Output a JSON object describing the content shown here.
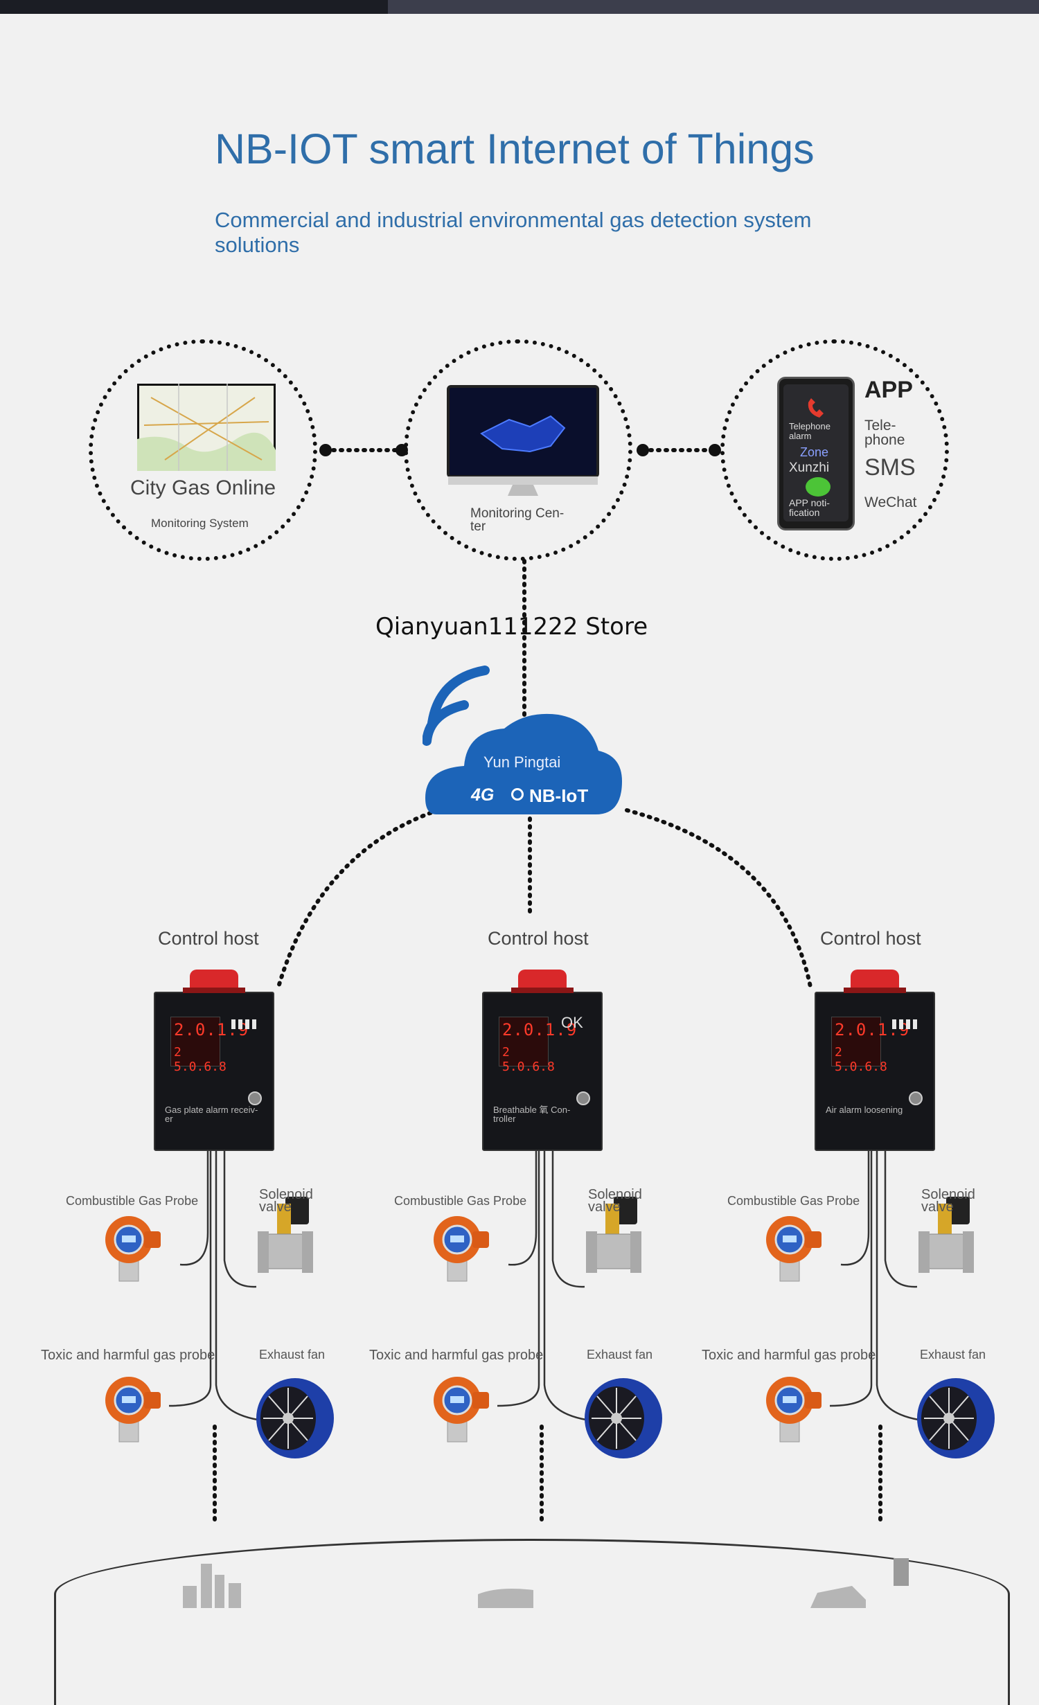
{
  "header": {
    "title": "NB-IOT smart Internet of Things",
    "subtitle": "Commercial and industrial environmental gas detection system solutions"
  },
  "top_nodes": {
    "city": {
      "title": "City Gas Online",
      "caption": "Monitoring System"
    },
    "center": {
      "caption": "Monitoring Cen-\nter"
    },
    "mobile": {
      "phone_lines": [
        "Telephone alarm",
        "Zone",
        "Xunzhi",
        "APP noti-\nfication"
      ],
      "app": "APP",
      "telephone": "Tele-\nphone",
      "sms": "SMS",
      "wechat": "WeChat"
    }
  },
  "store": "Qianyuan111222 Store",
  "cloud": {
    "label": "Yun Pingtai",
    "badge_4g": "4G",
    "badge_nb": "NB-IoT"
  },
  "hosts": [
    {
      "title": "Control host",
      "display_top": "2.0.1.9",
      "display_bottom": "2 5.0.6.8",
      "caption": "Gas plate alarm receiv-\ner",
      "probe1": "Combustible Gas Probe",
      "valve": "Solenoid\nvalve",
      "probe2": "Toxic and harmful gas probe",
      "fan": "Exhaust fan"
    },
    {
      "title": "Control host",
      "display_top": "2.0.1.9",
      "display_bottom": "2 5.0.6.8",
      "ok": "OK",
      "caption": "Breathable 氧 Con-\ntroller",
      "probe1": "Combustible Gas Probe",
      "valve": "Solenoid\nvalve",
      "probe2": "Toxic and harmful gas probe",
      "fan": "Exhaust fan"
    },
    {
      "title": "Control host",
      "display_top": "2.0.1.9",
      "display_bottom": "2 5.0.6.8",
      "caption": "Air alarm loosening",
      "probe1": "Combustible Gas Probe",
      "valve": "Solenoid\nvalve",
      "probe2": "Toxic and harmful gas probe",
      "fan": "Exhaust fan"
    }
  ],
  "colors": {
    "accent": "#2f6ea9",
    "cloud": "#1c64b8",
    "probe_orange": "#e2641c",
    "fan_blue": "#1e3fa8",
    "siren_red": "#d9282a"
  }
}
